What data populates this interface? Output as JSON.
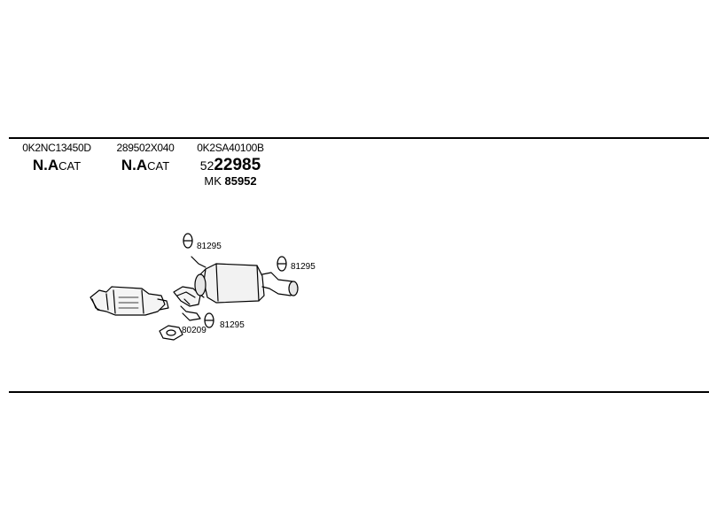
{
  "parts": [
    {
      "part_number": "0K2NC13450D",
      "label_big": "N.A",
      "label_small": "CAT"
    },
    {
      "part_number": "289502X040",
      "label_big": "N.A",
      "label_small": "CAT"
    },
    {
      "part_number": "0K2SA40100B",
      "ref_prefix": "52",
      "ref_number": "22985",
      "mk_label": "MK",
      "mk_value": "85952"
    }
  ],
  "callouts": {
    "hanger_top": "81295",
    "hanger_rear": "81295",
    "hanger_bottom": "81295",
    "gasket": "80209"
  }
}
